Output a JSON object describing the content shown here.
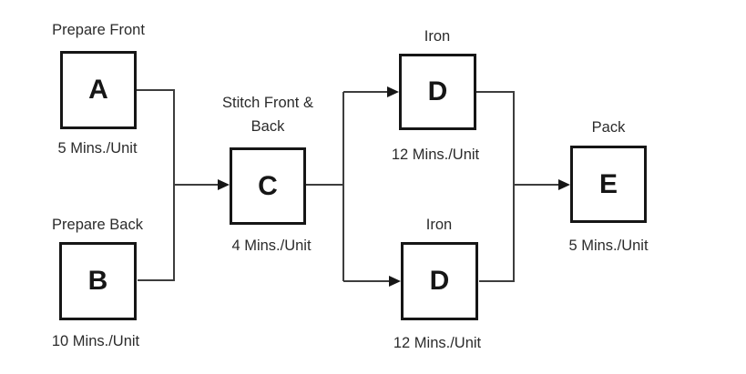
{
  "diagram": {
    "type": "process-flow",
    "background_color": "#ffffff",
    "box_border_color": "#161616",
    "line_color": "#3d3d3d",
    "text_color": "#2b2b2b",
    "nodes": [
      {
        "id": "A",
        "task": "Prepare Front",
        "time": "5 Mins./Unit"
      },
      {
        "id": "B",
        "task": "Prepare Back",
        "time": "10 Mins./Unit"
      },
      {
        "id": "C",
        "task": "Stitch Front & Back",
        "time": "4 Mins./Unit"
      },
      {
        "id": "D",
        "task": "Iron",
        "time": "12 Mins./Unit"
      },
      {
        "id": "D",
        "task": "Iron",
        "time": "12 Mins./Unit"
      },
      {
        "id": "E",
        "task": "Pack",
        "time": "5 Mins./Unit"
      }
    ],
    "edges": [
      {
        "from": "A",
        "to": "C"
      },
      {
        "from": "B",
        "to": "C"
      },
      {
        "from": "C",
        "to": "D-top"
      },
      {
        "from": "C",
        "to": "D-bottom"
      },
      {
        "from": "D-top",
        "to": "E"
      },
      {
        "from": "D-bottom",
        "to": "E"
      }
    ]
  }
}
